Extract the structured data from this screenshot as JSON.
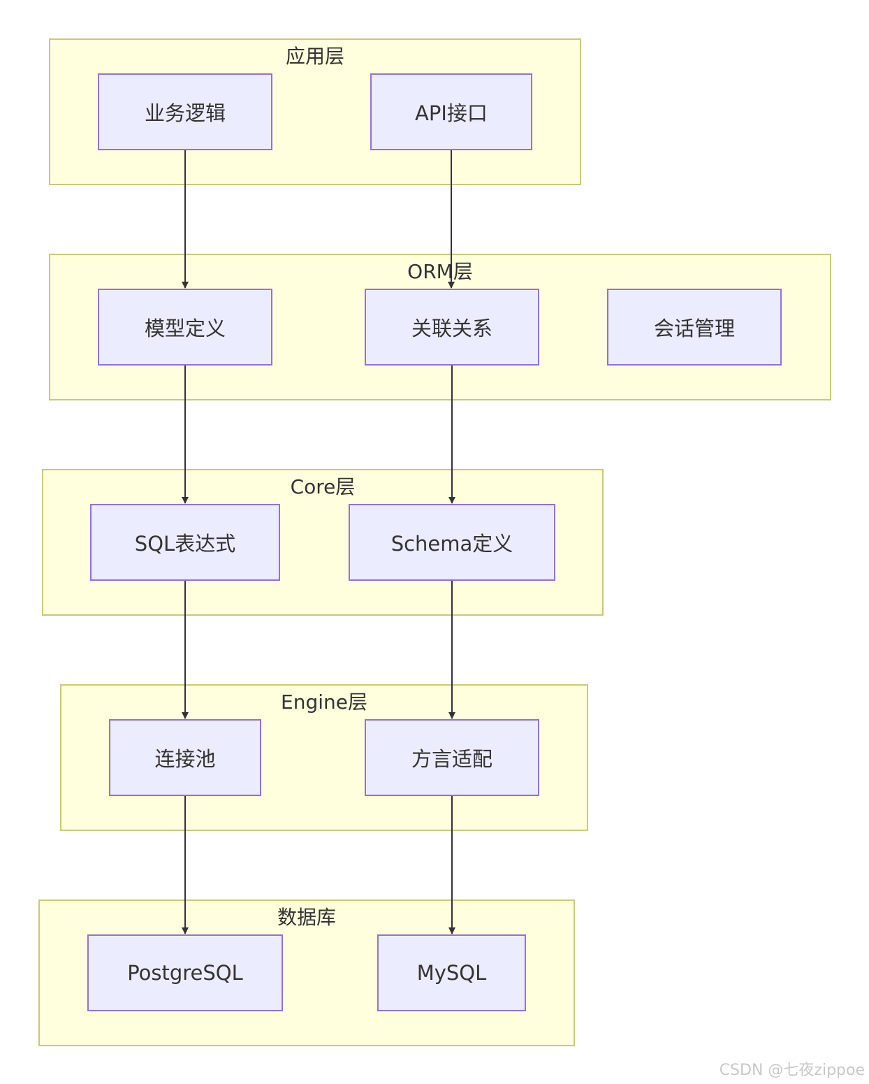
{
  "layers": {
    "app": {
      "title": "应用层",
      "nodes": {
        "business_logic": "业务逻辑",
        "api": "API接口"
      }
    },
    "orm": {
      "title": "ORM层",
      "nodes": {
        "model_def": "模型定义",
        "relations": "关联关系",
        "session": "会话管理"
      }
    },
    "core": {
      "title": "Core层",
      "nodes": {
        "sql_expr": "SQL表达式",
        "schema_def": "Schema定义"
      }
    },
    "engine": {
      "title": "Engine层",
      "nodes": {
        "pool": "连接池",
        "dialect": "方言适配"
      }
    },
    "db": {
      "title": "数据库",
      "nodes": {
        "postgresql": "PostgreSQL",
        "mysql": "MySQL"
      }
    }
  },
  "edges": [
    {
      "from": "业务逻辑",
      "to": "模型定义"
    },
    {
      "from": "API接口",
      "to": "关联关系"
    },
    {
      "from": "模型定义",
      "to": "SQL表达式"
    },
    {
      "from": "关联关系",
      "to": "Schema定义"
    },
    {
      "from": "SQL表达式",
      "to": "连接池"
    },
    {
      "from": "Schema定义",
      "to": "方言适配"
    },
    {
      "from": "连接池",
      "to": "PostgreSQL"
    },
    {
      "from": "方言适配",
      "to": "MySQL"
    }
  ],
  "watermark": "CSDN @七夜zippoe",
  "colors": {
    "layer_fill": "#ffffde",
    "layer_border": "#c9c97a",
    "node_fill": "#ececff",
    "node_border": "#9370db",
    "edge": "#333333"
  }
}
